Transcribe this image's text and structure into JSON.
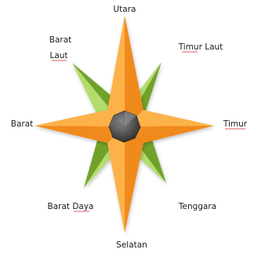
{
  "diagram": {
    "directions": {
      "north": "Utara",
      "northeast": "Timur Laut",
      "east": "Timur",
      "southeast": "Tenggara",
      "south": "Selatan",
      "southwest": "Barat Daya",
      "west": "Barat",
      "northwest_line1": "Barat",
      "northwest_line2": "Laut"
    },
    "colors": {
      "main_star_light": "#fcb24a",
      "main_star_dark": "#f08a1c",
      "diagonal_light": "#b4dc6c",
      "diagonal_dark": "#6fa22c",
      "center_light": "#7a7a7a",
      "center_dark": "#2e2e2e",
      "underline": "#d0202a"
    }
  }
}
